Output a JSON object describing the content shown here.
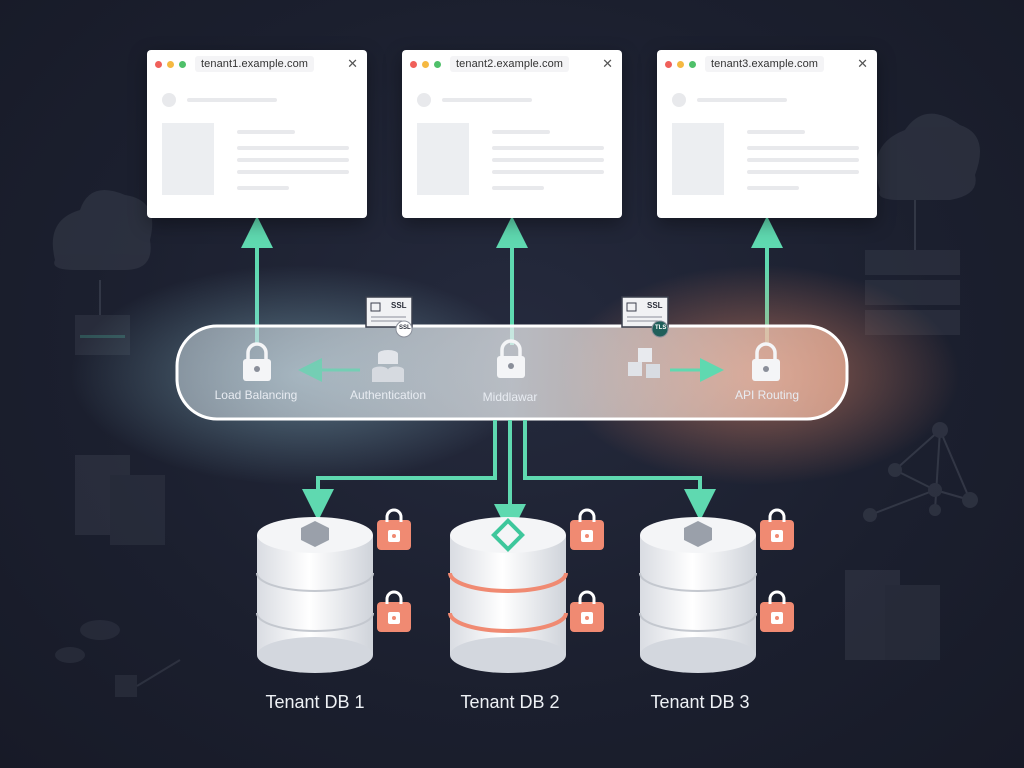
{
  "browsers": [
    {
      "url": "tenant1.example.com"
    },
    {
      "url": "tenant2.example.com"
    },
    {
      "url": "tenant3.example.com"
    }
  ],
  "gateway": {
    "labels": [
      "Load Balancing",
      "Authentication",
      "Middlawar",
      "API Routing"
    ],
    "certs": [
      {
        "title": "SSL",
        "badge": "SSL"
      },
      {
        "title": "SSL",
        "badge": "TLS"
      }
    ]
  },
  "databases": [
    {
      "label": "Tenant DB 1"
    },
    {
      "label": "Tenant DB 2"
    },
    {
      "label": "Tenant DB 3"
    }
  ],
  "colors": {
    "arrow": "#5fd9b0",
    "lock_bg": "#f08a72",
    "db_band": "#f08a72",
    "glow_left": "#bfe8f0",
    "glow_right": "#f5a080"
  }
}
